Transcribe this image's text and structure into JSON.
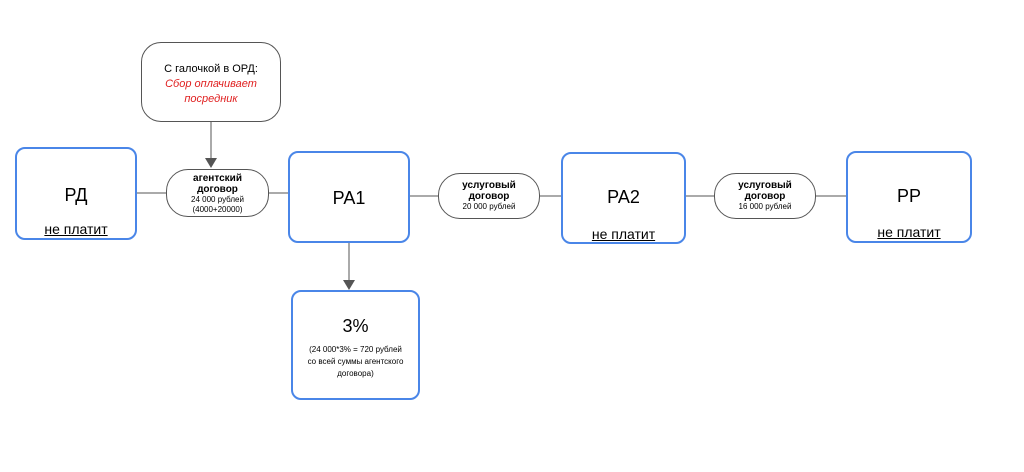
{
  "nodes": {
    "rd": {
      "title": "РД",
      "status": "не платит"
    },
    "ra1": {
      "title": "РА1"
    },
    "ra2": {
      "title": "РА2",
      "status": "не платит"
    },
    "rr": {
      "title": "РР",
      "status": "не платит"
    },
    "fee": {
      "title": "3%",
      "detail_1": "(24 000*3% = 720 рублей",
      "detail_2": "со всей суммы агентского",
      "detail_3": "договора)"
    }
  },
  "contracts": {
    "agent": {
      "title_1": "агентский",
      "title_2": "договор",
      "detail_1": "24 000 рублей",
      "detail_2": "(4000+20000)"
    },
    "service_1": {
      "title_1": "услуговый",
      "title_2": "договор",
      "detail_1": "20 000 рублей"
    },
    "service_2": {
      "title_1": "услуговый",
      "title_2": "договор",
      "detail_1": "16 000 рублей"
    }
  },
  "note": {
    "line_1": "С галочкой в ОРД:",
    "accent_1": "Сбор оплачивает",
    "accent_2": "посредник"
  },
  "colors": {
    "node_border": "#4a86e8",
    "accent_text": "#e02020",
    "connector": "#555555"
  }
}
